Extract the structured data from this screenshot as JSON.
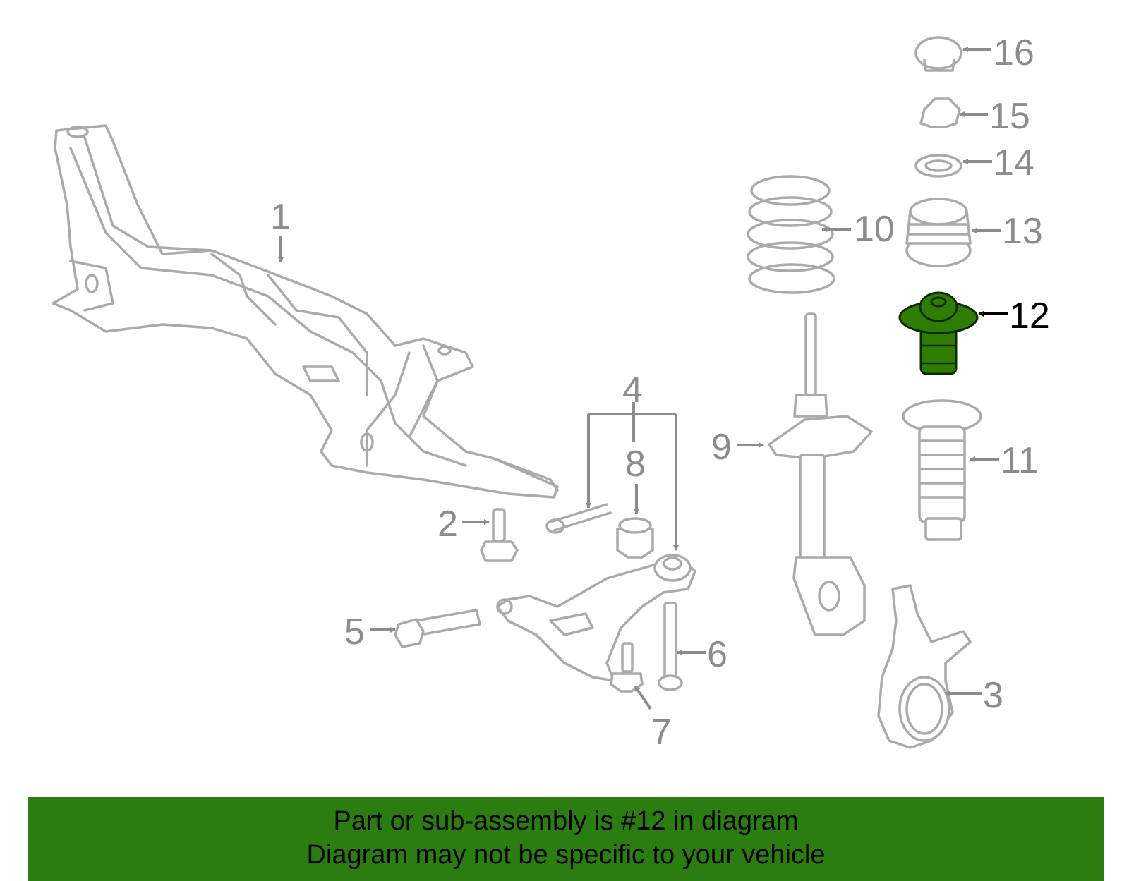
{
  "diagram": {
    "highlighted_part": "12",
    "highlight_color": "#2f7d00",
    "line_color": "#aaaaaa",
    "callouts": {
      "c1": "1",
      "c2": "2",
      "c3": "3",
      "c4": "4",
      "c5": "5",
      "c6": "6",
      "c7": "7",
      "c8": "8",
      "c9": "9",
      "c10": "10",
      "c11": "11",
      "c12": "12",
      "c13": "13",
      "c14": "14",
      "c15": "15",
      "c16": "16"
    }
  },
  "banner": {
    "line1": "Part or sub-assembly is #12 in diagram",
    "line2": "Diagram may not be specific to your vehicle",
    "color": "#2b7d0f"
  }
}
